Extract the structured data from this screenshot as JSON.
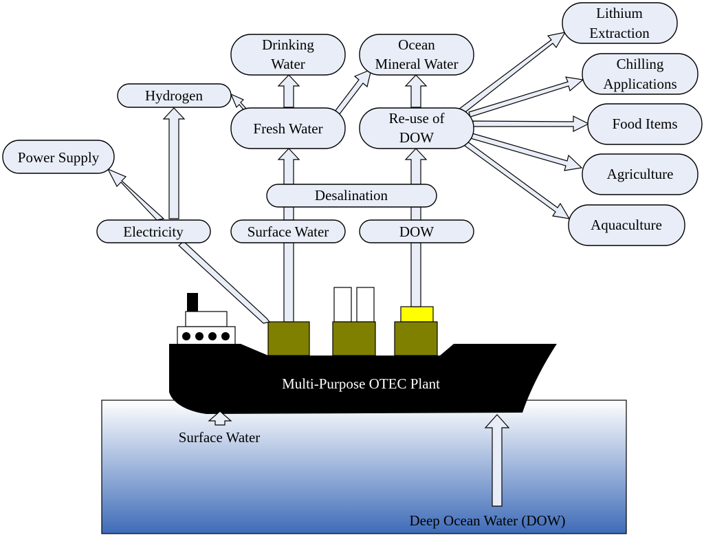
{
  "nodes": {
    "power_supply": "Power Supply",
    "hydrogen": "Hydrogen",
    "electricity": "Electricity",
    "drinking_water": [
      "Drinking",
      "Water"
    ],
    "fresh_water": "Fresh Water",
    "surface_water_box": "Surface Water",
    "desalination": "Desalination",
    "ocean_mineral_water": [
      "Ocean",
      "Mineral Water"
    ],
    "reuse_dow": [
      "Re-use of",
      "DOW"
    ],
    "dow_box": "DOW",
    "lithium_extraction": [
      "Lithium",
      "Extraction"
    ],
    "chilling_applications": [
      "Chilling",
      "Applications"
    ],
    "food_items": "Food Items",
    "agriculture": "Agriculture",
    "aquaculture": "Aquaculture"
  },
  "plant_label": "Multi-Purpose OTEC Plant",
  "intake": {
    "surface_water": "Surface Water",
    "deep_ocean_water": "Deep Ocean Water (DOW)"
  },
  "colors": {
    "node_fill": "#e8edf7",
    "hull": "#000000",
    "tank": "#808000",
    "tank_cap": "#ffff00",
    "ocean_top": "#ffffff",
    "ocean_bottom": "#3f6cb8"
  }
}
